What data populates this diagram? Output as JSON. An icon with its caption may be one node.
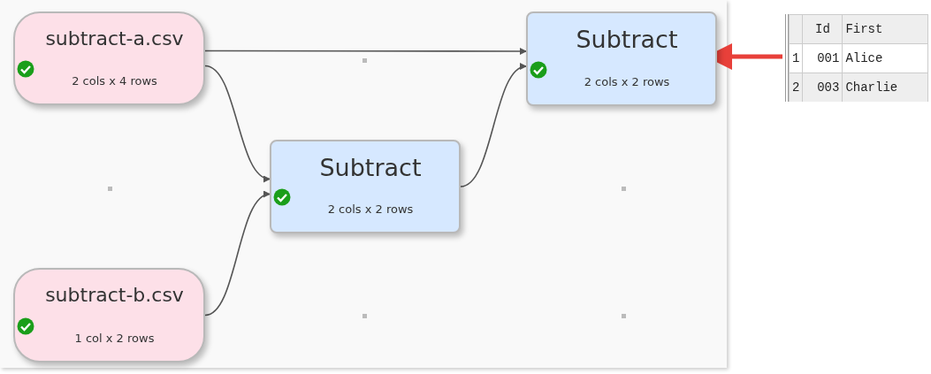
{
  "diagram": {
    "nodes": [
      {
        "text": [
          "subtract-a.csv",
          "2 cols x 4 rows"
        ]
      },
      {
        "text": [
          "subtract-b.csv",
          "1 col x 2 rows"
        ]
      },
      {
        "text": [
          "Subtract",
          "2 cols x 2 rows"
        ]
      },
      {
        "text": [
          "Subtract",
          "2 cols x 2 rows"
        ]
      },
      {
        "text": [
          "Id",
          "First",
          "1",
          "001",
          "Alice",
          "2",
          "003",
          "Charlie"
        ]
      }
    ],
    "edges": [
      {
        "from": 0,
        "to": 3,
        "arrow": "to"
      },
      {
        "from": 0,
        "to": 2,
        "arrow": "to"
      },
      {
        "from": 1,
        "to": 2,
        "arrow": "to"
      },
      {
        "from": 2,
        "to": 3,
        "arrow": "to"
      },
      {
        "from": 4,
        "to": 3,
        "arrow": "to",
        "style": "thick",
        "color": "#e8403a"
      }
    ]
  }
}
